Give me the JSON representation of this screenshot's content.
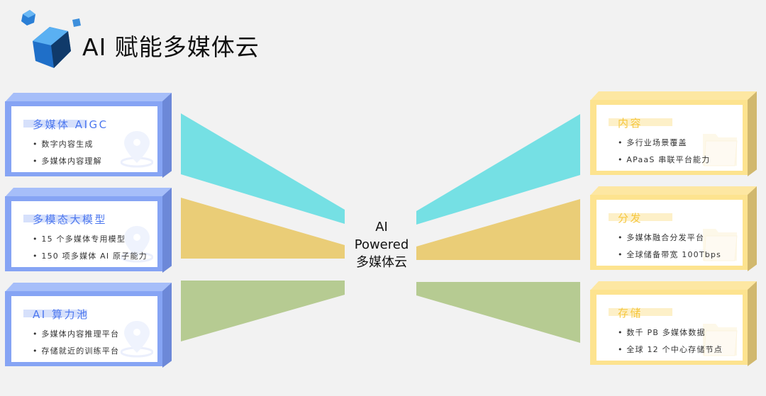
{
  "header": {
    "title": "AI 赋能多媒体云",
    "logo_icon": "cube-icon"
  },
  "center": {
    "line1": "AI",
    "line2": "Powered",
    "line3": "多媒体云"
  },
  "colors": {
    "cyan": "#75e0e4",
    "gold": "#eacd77",
    "green": "#b6cb92",
    "blue_accent": "#4d78ef",
    "yellow_accent": "#f6c740"
  },
  "left_boxes": [
    {
      "title": "多媒体 AIGC",
      "bullets": [
        "数字内容生成",
        "多媒体内容理解"
      ],
      "icon": "location-pin-icon"
    },
    {
      "title": "多模态大模型",
      "bullets": [
        "15 个多媒体专用模型",
        "150 项多媒体 AI 原子能力"
      ],
      "icon": "location-pin-icon"
    },
    {
      "title": "AI 算力池",
      "bullets": [
        "多媒体内容推理平台",
        "存储就近的训练平台"
      ],
      "icon": "location-pin-icon"
    }
  ],
  "right_boxes": [
    {
      "title": "内容",
      "bullets": [
        "多行业场景覆盖",
        "APaaS 串联平台能力"
      ],
      "icon": "folder-icon"
    },
    {
      "title": "分发",
      "bullets": [
        "多媒体融合分发平台",
        "全球储备带宽 100Tbps"
      ],
      "icon": "folder-icon"
    },
    {
      "title": "存储",
      "bullets": [
        "数千 PB 多媒体数据",
        "全球 12 个中心存储节点"
      ],
      "icon": "folder-icon"
    }
  ]
}
